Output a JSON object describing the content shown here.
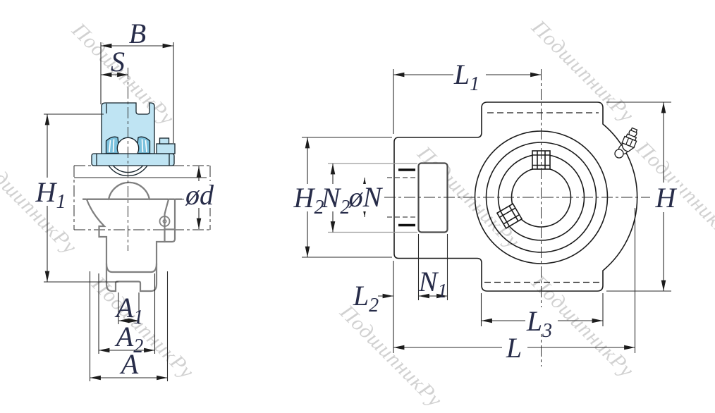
{
  "watermark": {
    "text": "ПодшипникРу"
  },
  "dims": {
    "B": {
      "main": "B",
      "sub": ""
    },
    "S": {
      "main": "S",
      "sub": ""
    },
    "H1": {
      "main": "H",
      "sub": "1"
    },
    "od": {
      "main": "ød",
      "sub": ""
    },
    "A1": {
      "main": "A",
      "sub": "1"
    },
    "A2": {
      "main": "A",
      "sub": "2"
    },
    "A": {
      "main": "A",
      "sub": ""
    },
    "L1": {
      "main": "L",
      "sub": "1"
    },
    "H2": {
      "main": "H",
      "sub": "2"
    },
    "N2": {
      "main": "N",
      "sub": "2"
    },
    "oN": {
      "main": "øN",
      "sub": ""
    },
    "L2": {
      "main": "L",
      "sub": "2"
    },
    "N1": {
      "main": "N",
      "sub": "1"
    },
    "L3": {
      "main": "L",
      "sub": "3"
    },
    "L": {
      "main": "L",
      "sub": ""
    },
    "H": {
      "main": "H",
      "sub": ""
    }
  },
  "colors": {
    "bearing_fill": "#bfe4f3",
    "bearing_detail": "#7cc2de",
    "housing_outline_gray": "#7f7f7f",
    "line_black": "#222222",
    "label_ink": "#272c49",
    "watermark_gray": "#c6c6c6",
    "background": "#ffffff"
  }
}
